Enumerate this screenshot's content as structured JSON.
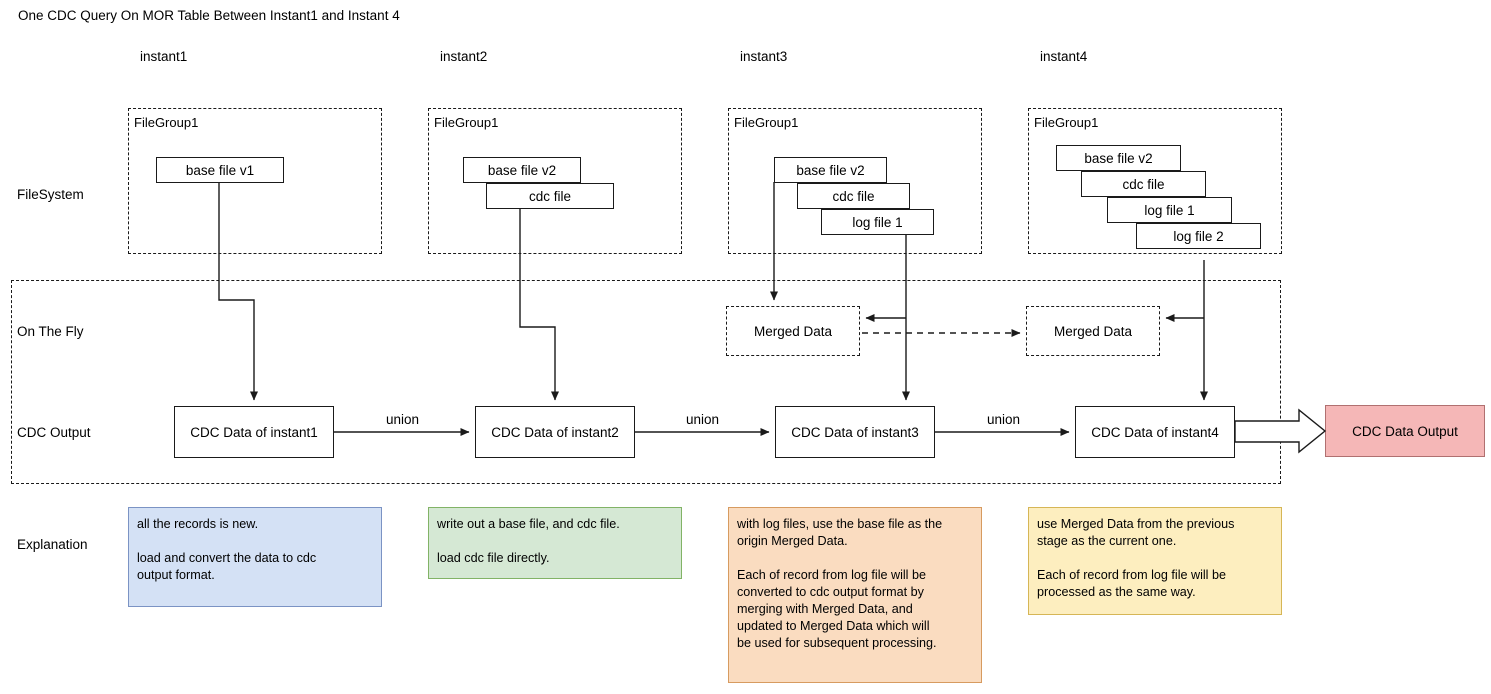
{
  "title": "One CDC Query On MOR Table Between Instant1 and Instant 4",
  "colors": {
    "stroke": "#1a1a1a",
    "output_fill": "#f5b7b7",
    "output_border": "#b07070",
    "exp1_fill": "#d4e1f5",
    "exp1_border": "#7b93c4",
    "exp2_fill": "#d5e8d4",
    "exp2_border": "#82b366",
    "exp3_fill": "#fadcc0",
    "exp3_border": "#d79b60",
    "exp4_fill": "#fdeebf",
    "exp4_border": "#d6b656"
  },
  "instants": [
    {
      "label": "instant1"
    },
    {
      "label": "instant2"
    },
    {
      "label": "instant3"
    },
    {
      "label": "instant4"
    }
  ],
  "row_labels": [
    {
      "label": "FileSystem"
    },
    {
      "label": "On The Fly"
    },
    {
      "label": "CDC Output"
    },
    {
      "label": "Explanation"
    }
  ],
  "file_groups": [
    {
      "title": "FileGroup1",
      "files": [
        "base file v1"
      ]
    },
    {
      "title": "FileGroup1",
      "files": [
        "base file v2",
        "cdc file"
      ]
    },
    {
      "title": "FileGroup1",
      "files": [
        "base file v2",
        "cdc file",
        "log file 1"
      ]
    },
    {
      "title": "FileGroup1",
      "files": [
        "base file v2",
        "cdc file",
        "log file 1",
        "log file 2"
      ]
    }
  ],
  "merged_data": [
    {
      "label": "Merged Data"
    },
    {
      "label": "Merged Data"
    }
  ],
  "cdc_outputs": [
    {
      "label": "CDC Data of instant1"
    },
    {
      "label": "CDC Data of instant2"
    },
    {
      "label": "CDC Data of instant3"
    },
    {
      "label": "CDC Data of instant4"
    }
  ],
  "union_labels": [
    "union",
    "union",
    "union"
  ],
  "final_output": {
    "label": "CDC Data Output"
  },
  "explanations": [
    {
      "text": "all the records is new.\n\nload and convert the data to cdc\noutput format."
    },
    {
      "text": "write out a base file, and cdc file.\n\nload cdc file directly."
    },
    {
      "text": "with log files, use the base file as the\norigin Merged Data.\n\nEach of record from log file will be\nconverted to cdc output format by\nmerging with Merged Data, and\nupdated to Merged Data which will\nbe used for subsequent processing."
    },
    {
      "text": "use Merged Data from the previous\nstage as the current one.\n\nEach of record from log file will be\nprocessed as the same way."
    }
  ]
}
